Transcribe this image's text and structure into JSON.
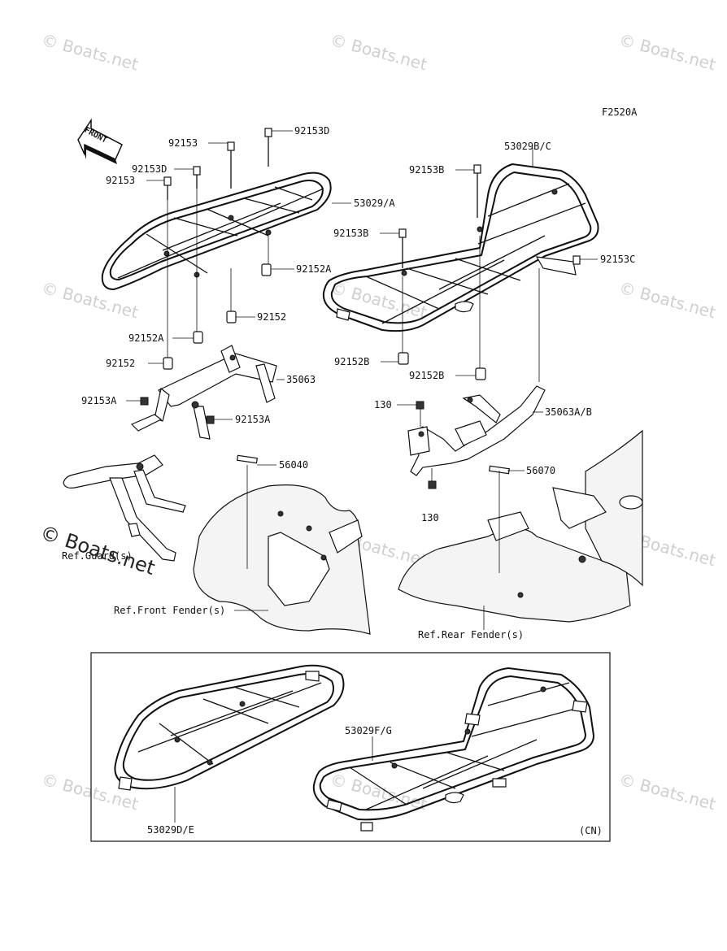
{
  "diagram": {
    "figure_code": "F2520A",
    "front_arrow_label": "FRONT",
    "region_code": "(CN)",
    "watermark_text": "© Boats.net",
    "labels": {
      "p92153_top": "92153",
      "p92153D_top": "92153D",
      "p92153D_left": "92153D",
      "p92153_left": "92153",
      "p53029A": "53029/A",
      "p92152A_mid": "92152A",
      "p92152_mid": "92152",
      "p92152A_left": "92152A",
      "p92152_left": "92152",
      "p35063": "35063",
      "p92153A_left": "92153A",
      "p92153A_right": "92153A",
      "p56040": "56040",
      "ref_guard": "Ref.Guard(s)",
      "ref_front_fender": "Ref.Front Fender(s)",
      "p53029BC": "53029B/C",
      "p92153B_top": "92153B",
      "p92153B_mid": "92153B",
      "p92153C": "92153C",
      "p92152B_left": "92152B",
      "p92152B_right": "92152B",
      "p130_top": "130",
      "p35063AB": "35063A/B",
      "p130_bottom": "130",
      "p56070": "56070",
      "ref_rear_fender": "Ref.Rear Fender(s)",
      "p53029FG": "53029F/G",
      "p53029DE": "53029D/E"
    }
  }
}
